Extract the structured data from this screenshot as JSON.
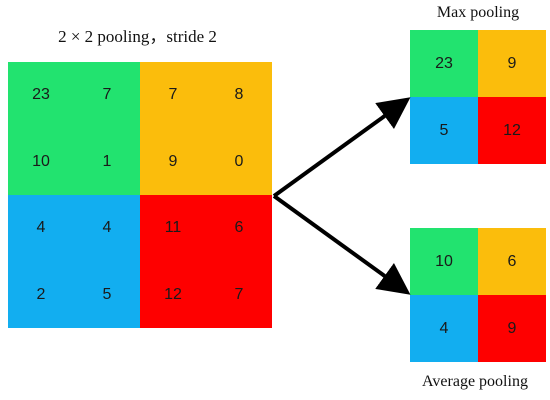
{
  "title": "2 × 2  pooling，stride 2",
  "colors": {
    "green": "#22e36f",
    "orange": "#fbbd0c",
    "blue": "#12aef0",
    "red": "#fe0000",
    "arrow": "#000000"
  },
  "input_matrix": {
    "values": [
      [
        "23",
        "7",
        "7",
        "8"
      ],
      [
        "10",
        "1",
        "9",
        "0"
      ],
      [
        "4",
        "4",
        "11",
        "6"
      ],
      [
        "2",
        "5",
        "12",
        "7"
      ]
    ],
    "quadrant_colors": [
      [
        "green",
        "green",
        "orange",
        "orange"
      ],
      [
        "green",
        "green",
        "orange",
        "orange"
      ],
      [
        "blue",
        "blue",
        "red",
        "red"
      ],
      [
        "blue",
        "blue",
        "red",
        "red"
      ]
    ]
  },
  "max_pooling": {
    "label": "Max pooling",
    "values": [
      [
        "23",
        "9"
      ],
      [
        "5",
        "12"
      ]
    ],
    "colors": [
      [
        "green",
        "orange"
      ],
      [
        "blue",
        "red"
      ]
    ]
  },
  "average_pooling": {
    "label": "Average pooling",
    "values": [
      [
        "10",
        "6"
      ],
      [
        "4",
        "9"
      ]
    ],
    "colors": [
      [
        "green",
        "orange"
      ],
      [
        "blue",
        "red"
      ]
    ]
  }
}
